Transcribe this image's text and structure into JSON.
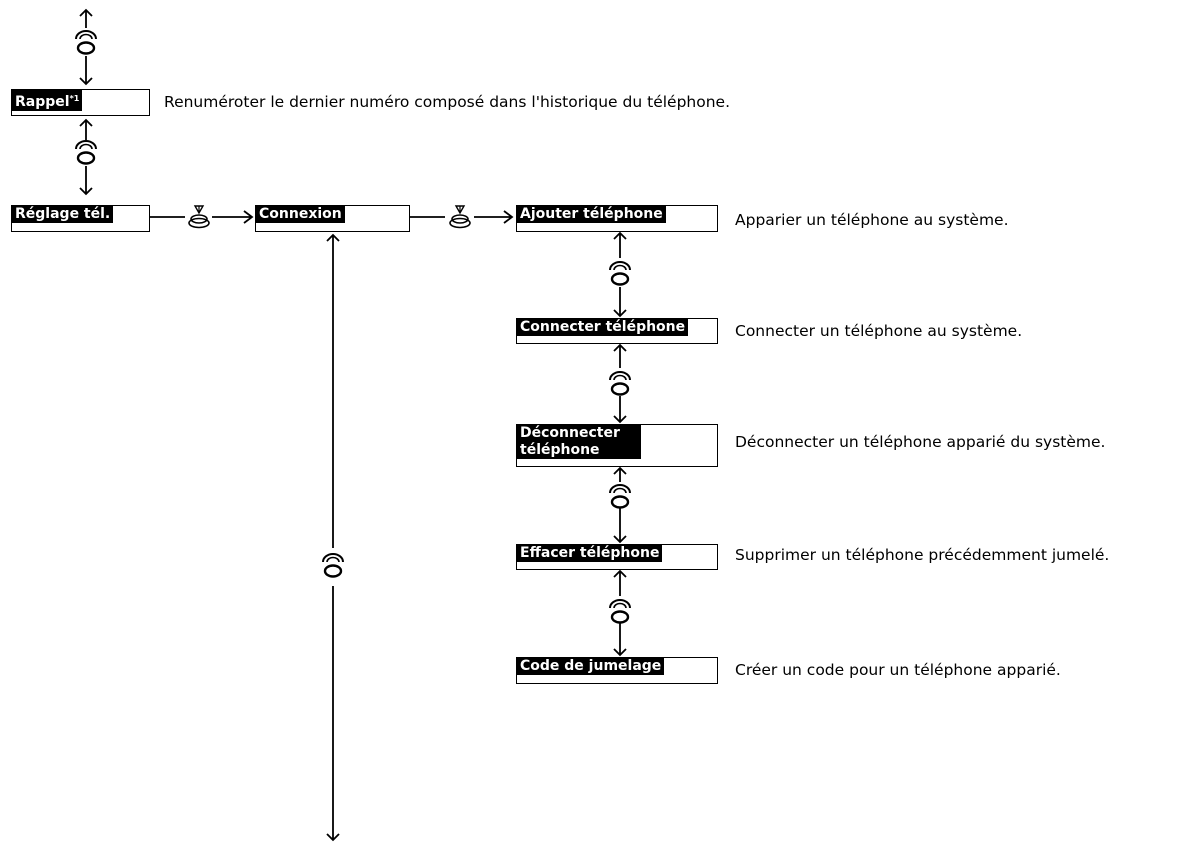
{
  "nodes": {
    "rappel": {
      "label": "Rappel",
      "footnote": "*1"
    },
    "reglage_tel": {
      "label": "Réglage tél."
    },
    "connexion": {
      "label": "Connexion"
    },
    "ajouter": {
      "label": "Ajouter téléphone"
    },
    "connecter": {
      "label": "Connecter téléphone"
    },
    "deconnecter": {
      "label": "Déconnecter téléphone"
    },
    "effacer": {
      "label": "Effacer téléphone"
    },
    "code": {
      "label": "Code de jumelage"
    }
  },
  "descriptions": {
    "rappel": "Renuméroter le dernier numéro composé dans l'historique du téléphone.",
    "ajouter": "Apparier un téléphone au système.",
    "connecter": "Connecter un téléphone au système.",
    "deconnecter": "Déconnecter un téléphone apparié du système.",
    "effacer": "Supprimer un téléphone précédemment jumelé.",
    "code": "Créer un code pour un téléphone apparié."
  },
  "icons": {
    "rotate": "selector-knob-rotate-icon",
    "press": "selector-knob-press-icon"
  }
}
